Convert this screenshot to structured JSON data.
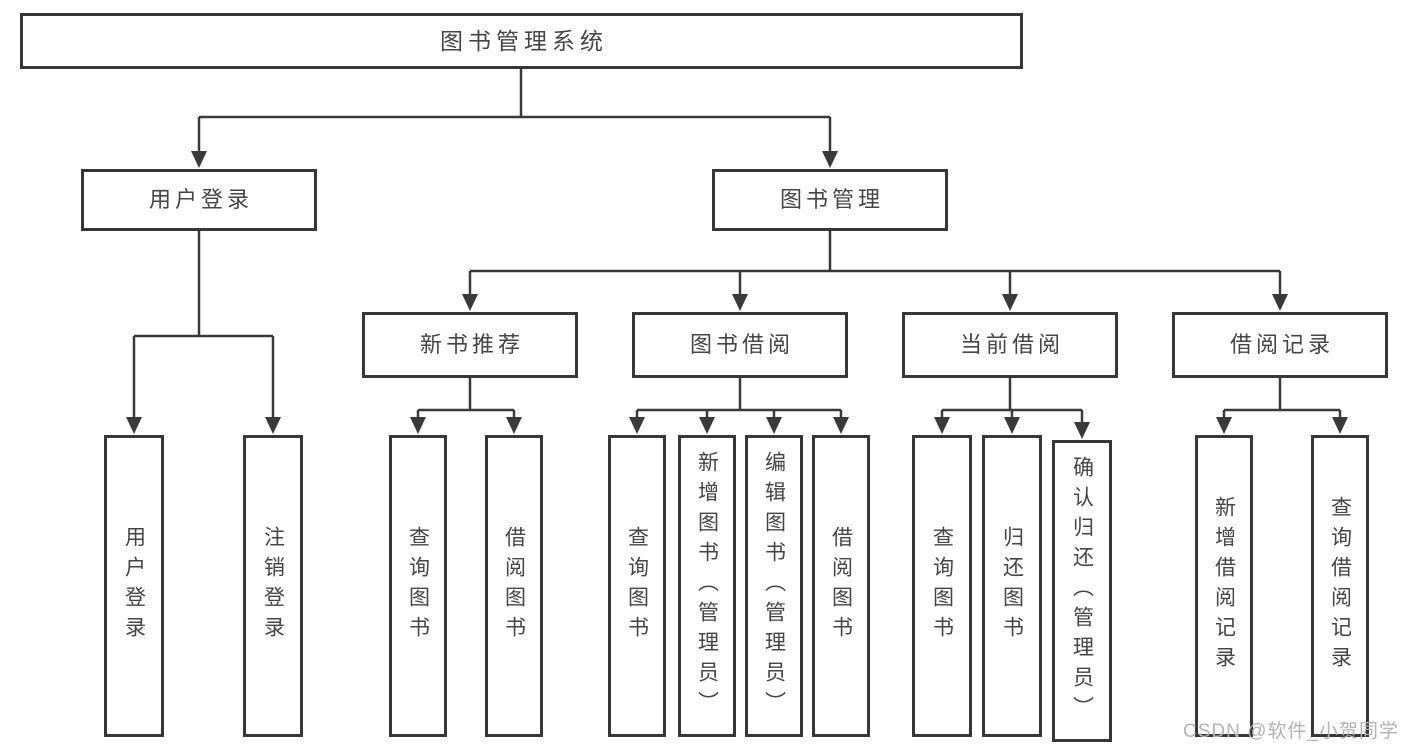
{
  "diagram_title": "图书管理系统",
  "nodes": {
    "root": "图书管理系统",
    "user_login": "用户登录",
    "book_mgmt": "图书管理",
    "new_book_rec": "新书推荐",
    "book_borrow": "图书借阅",
    "current_borrow": "当前借阅",
    "borrow_records": "借阅记录",
    "leaf_user_login": "用户登录",
    "leaf_logout": "注销登录",
    "leaf_query_book_newrec": "查询图书",
    "leaf_borrow_book_newrec": "借阅图书",
    "leaf_query_book_borrow": "查询图书",
    "leaf_add_book_admin": "新增图书（管理员）",
    "leaf_edit_book_admin": "编辑图书（管理员）",
    "leaf_borrow_book_borrow": "借阅图书",
    "leaf_query_book_current": "查询图书",
    "leaf_return_book": "归还图书",
    "leaf_confirm_return_admin": "确认归还（管理员）",
    "leaf_add_borrow_record": "新增借阅记录",
    "leaf_query_borrow_record": "查询借阅记录"
  },
  "hierarchy": {
    "图书管理系统": {
      "用户登录": [
        "用户登录",
        "注销登录"
      ],
      "图书管理": {
        "新书推荐": [
          "查询图书",
          "借阅图书"
        ],
        "图书借阅": [
          "查询图书",
          "新增图书（管理员）",
          "编辑图书（管理员）",
          "借阅图书"
        ],
        "当前借阅": [
          "查询图书",
          "归还图书",
          "确认归还（管理员）"
        ],
        "借阅记录": [
          "新增借阅记录",
          "查询借阅记录"
        ]
      }
    }
  },
  "colors": {
    "border": "#373737",
    "line": "#3a3a3a",
    "text": "#454545",
    "watermark": "#b3b3b3",
    "background": "#ffffff"
  },
  "watermark": "CSDN @软件_小贺同学"
}
